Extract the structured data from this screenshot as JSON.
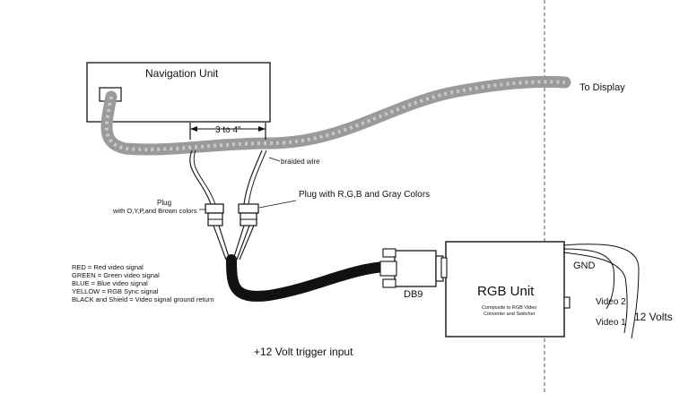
{
  "labels": {
    "navigation_unit": "Navigation Unit",
    "to_display": "To Display",
    "dimension": "3 to 4\"",
    "braided_wire": "braided wire",
    "plug_left_line1": "Plug",
    "plug_left_line2": "with O,Y,P,and Brown colors",
    "plug_right": "Plug with R,G,B and Gray Colors",
    "db9": "DB9",
    "rgb_unit": "RGB Unit",
    "rgb_sub1": "Composite to RGB Video",
    "rgb_sub2": "Converter and Switcher",
    "gnd": "GND",
    "video2": "Video 2",
    "video1": "Video 1",
    "twelve_volts": "12 Volts",
    "trigger": "+12 Volt trigger input"
  },
  "legend": [
    "RED = Red video signal",
    "GREEN = Green video signal",
    "BLUE = Blue video signal",
    "YELLOW = RGB Sync signal",
    "BLACK and Shield = Video signal ground return"
  ]
}
